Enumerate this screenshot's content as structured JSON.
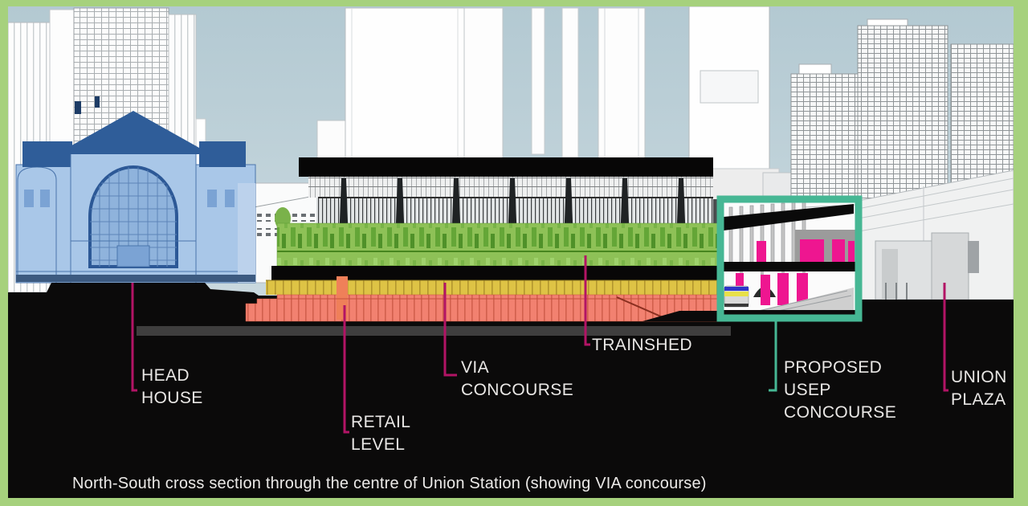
{
  "caption": "North-South cross section through the centre of Union Station (showing VIA concourse)",
  "annotations": {
    "head_house": {
      "line1": "HEAD",
      "line2": "HOUSE"
    },
    "retail_level": {
      "line1": "RETAIL",
      "line2": "LEVEL"
    },
    "via_concourse": {
      "line1": "VIA",
      "line2": "CONCOURSE"
    },
    "trainshed": {
      "line1": "TRAINSHED"
    },
    "proposed_usep_concourse": {
      "line1": "PROPOSED",
      "line2": "USEP",
      "line3": "CONCOURSE"
    },
    "union_plaza": {
      "line1": "UNION",
      "line2": "PLAZA"
    }
  },
  "colors": {
    "frame_green": "#a6d17d",
    "sky_top": "#b3c9d2",
    "sky_bottom": "#d9e4e8",
    "head_house_blue": "#a9c7e8",
    "head_house_blue_dark": "#2f5d99",
    "trainshed_platform_green": "#8ec157",
    "via_concourse_yellow": "#dec345",
    "retail_level_red": "#f28170",
    "usep_highlight_teal": "#46b794",
    "usep_magenta": "#ee1690",
    "leader_line_magenta": "#b21465",
    "ground_black": "#0b0a0a"
  }
}
